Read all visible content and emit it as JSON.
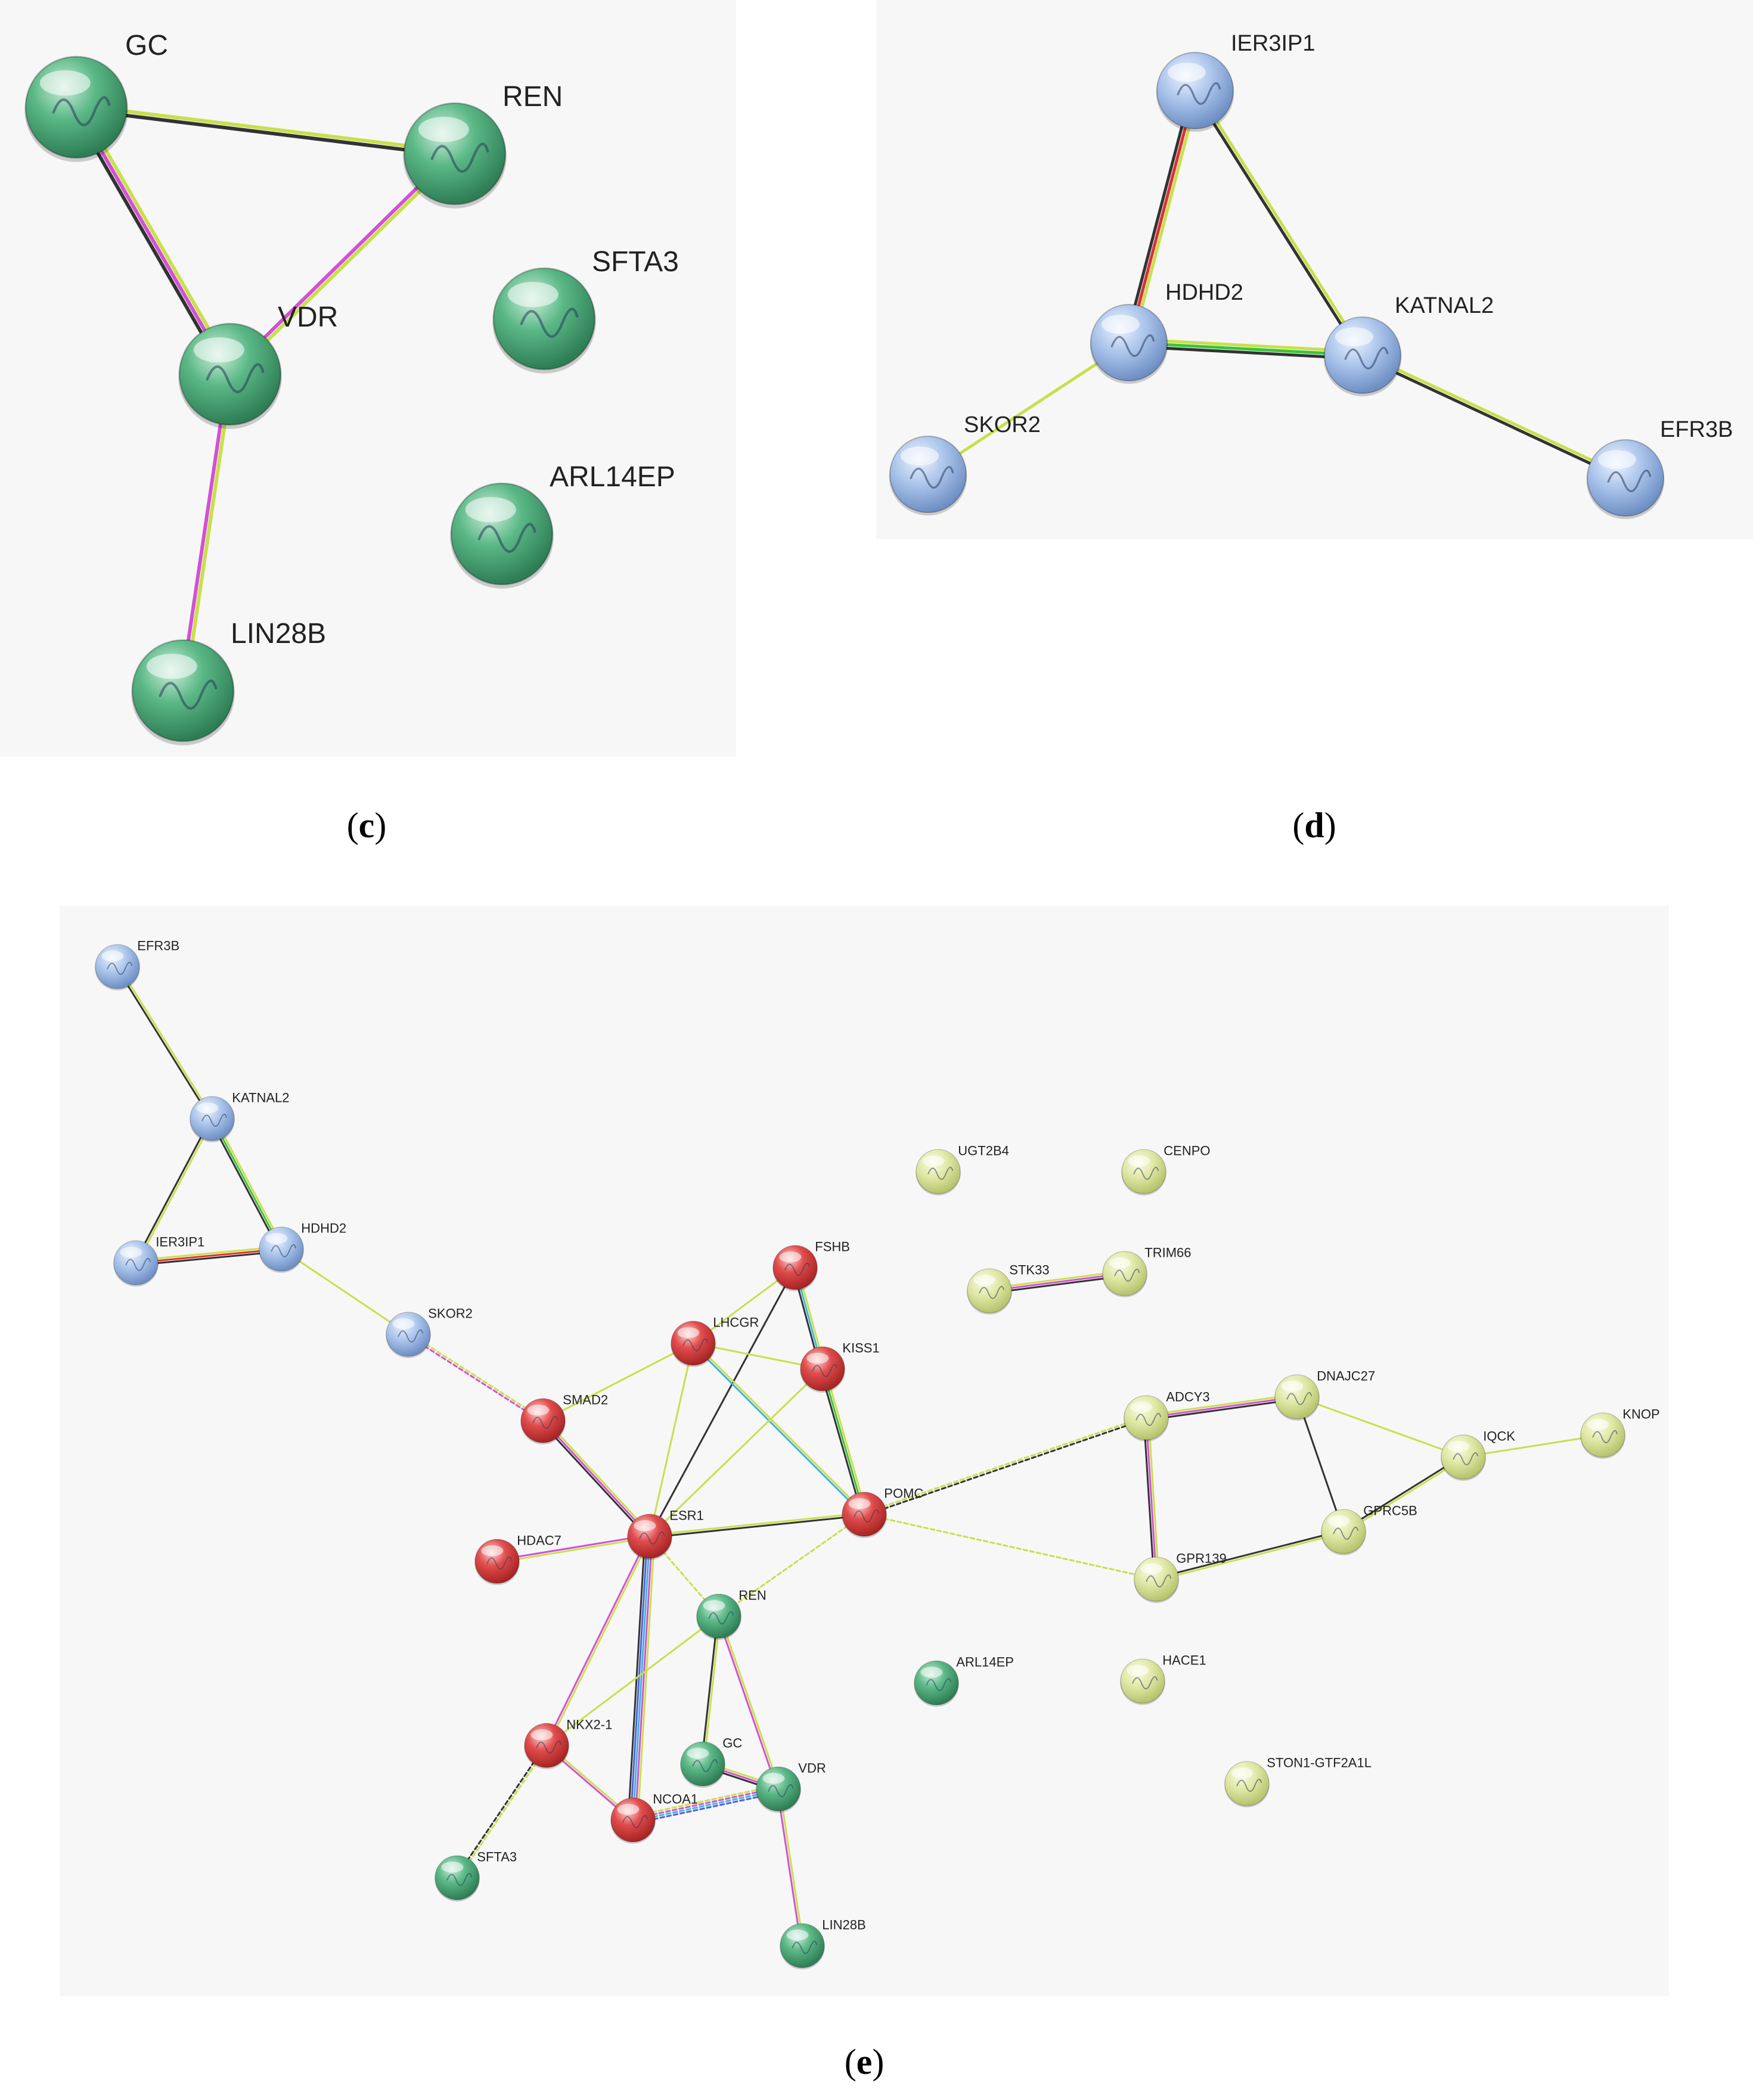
{
  "colors": {
    "green": "#4fae7c",
    "blue": "#9fbbe3",
    "red": "#d94545",
    "olive": "#d9e29a",
    "edge_black": "#333333",
    "edge_yellow": "#c8e04a",
    "edge_magenta": "#d44fd6",
    "edge_red": "#e03030",
    "edge_green": "#3ac43a",
    "edge_cyan": "#3ab7d6",
    "edge_blue": "#5060e0"
  },
  "panels": [
    {
      "id": "c",
      "caption": {
        "open": "(",
        "letter": "c",
        "close": ")"
      },
      "nodes": [
        {
          "label": "GC",
          "color": "green"
        },
        {
          "label": "REN",
          "color": "green"
        },
        {
          "label": "VDR",
          "color": "green"
        },
        {
          "label": "SFTA3",
          "color": "green"
        },
        {
          "label": "ARL14EP",
          "color": "green"
        },
        {
          "label": "LIN28B",
          "color": "green"
        }
      ],
      "edges": [
        {
          "from": "GC",
          "to": "REN",
          "colors": [
            "edge_yellow",
            "edge_black"
          ]
        },
        {
          "from": "GC",
          "to": "VDR",
          "colors": [
            "edge_yellow",
            "edge_magenta",
            "edge_black"
          ]
        },
        {
          "from": "REN",
          "to": "VDR",
          "colors": [
            "edge_yellow",
            "edge_magenta"
          ]
        },
        {
          "from": "VDR",
          "to": "LIN28B",
          "colors": [
            "edge_yellow",
            "edge_magenta"
          ]
        }
      ]
    },
    {
      "id": "d",
      "caption": {
        "open": "(",
        "letter": "d",
        "close": ")"
      },
      "nodes": [
        {
          "label": "IER3IP1",
          "color": "blue"
        },
        {
          "label": "HDHD2",
          "color": "blue"
        },
        {
          "label": "KATNAL2",
          "color": "blue"
        },
        {
          "label": "SKOR2",
          "color": "blue"
        },
        {
          "label": "EFR3B",
          "color": "blue"
        }
      ],
      "edges": [
        {
          "from": "IER3IP1",
          "to": "HDHD2",
          "colors": [
            "edge_yellow",
            "edge_red",
            "edge_black"
          ]
        },
        {
          "from": "IER3IP1",
          "to": "KATNAL2",
          "colors": [
            "edge_yellow",
            "edge_black"
          ]
        },
        {
          "from": "HDHD2",
          "to": "KATNAL2",
          "colors": [
            "edge_yellow",
            "edge_green",
            "edge_black"
          ]
        },
        {
          "from": "HDHD2",
          "to": "SKOR2",
          "colors": [
            "edge_yellow"
          ]
        },
        {
          "from": "KATNAL2",
          "to": "EFR3B",
          "colors": [
            "edge_yellow",
            "edge_black"
          ]
        }
      ]
    },
    {
      "id": "e",
      "caption": {
        "open": "(",
        "letter": "e",
        "close": ")"
      },
      "nodes": [
        {
          "label": "EFR3B",
          "color": "blue"
        },
        {
          "label": "KATNAL2",
          "color": "blue"
        },
        {
          "label": "IER3IP1",
          "color": "blue"
        },
        {
          "label": "HDHD2",
          "color": "blue"
        },
        {
          "label": "SKOR2",
          "color": "blue"
        },
        {
          "label": "SMAD2",
          "color": "red"
        },
        {
          "label": "FSHB",
          "color": "red"
        },
        {
          "label": "LHCGR",
          "color": "red"
        },
        {
          "label": "KISS1",
          "color": "red"
        },
        {
          "label": "POMC",
          "color": "red"
        },
        {
          "label": "ESR1",
          "color": "red"
        },
        {
          "label": "HDAC7",
          "color": "red"
        },
        {
          "label": "NKX2-1",
          "color": "red"
        },
        {
          "label": "NCOA1",
          "color": "red"
        },
        {
          "label": "REN",
          "color": "green"
        },
        {
          "label": "GC",
          "color": "green"
        },
        {
          "label": "VDR",
          "color": "green"
        },
        {
          "label": "SFTA3",
          "color": "green"
        },
        {
          "label": "LIN28B",
          "color": "green"
        },
        {
          "label": "ARL14EP",
          "color": "green"
        },
        {
          "label": "UGT2B4",
          "color": "olive"
        },
        {
          "label": "CENPO",
          "color": "olive"
        },
        {
          "label": "STK33",
          "color": "olive"
        },
        {
          "label": "TRIM66",
          "color": "olive"
        },
        {
          "label": "ADCY3",
          "color": "olive"
        },
        {
          "label": "DNAJC27",
          "color": "olive"
        },
        {
          "label": "IQCK",
          "color": "olive"
        },
        {
          "label": "KNOP",
          "color": "olive"
        },
        {
          "label": "GPRC5B",
          "color": "olive"
        },
        {
          "label": "GPR139",
          "color": "olive"
        },
        {
          "label": "HACE1",
          "color": "olive"
        },
        {
          "label": "STON1-GTF2A1L",
          "color": "olive"
        }
      ],
      "edges": [
        {
          "from": "EFR3B",
          "to": "KATNAL2",
          "colors": [
            "edge_yellow",
            "edge_black"
          ]
        },
        {
          "from": "KATNAL2",
          "to": "IER3IP1",
          "colors": [
            "edge_yellow",
            "edge_black"
          ]
        },
        {
          "from": "KATNAL2",
          "to": "HDHD2",
          "colors": [
            "edge_yellow",
            "edge_green",
            "edge_black"
          ]
        },
        {
          "from": "IER3IP1",
          "to": "HDHD2",
          "colors": [
            "edge_yellow",
            "edge_red",
            "edge_black"
          ]
        },
        {
          "from": "HDHD2",
          "to": "SKOR2",
          "colors": [
            "edge_yellow"
          ]
        },
        {
          "from": "SKOR2",
          "to": "SMAD2",
          "colors": [
            "edge_yellow",
            "edge_magenta"
          ],
          "dashed": true
        },
        {
          "from": "SMAD2",
          "to": "LHCGR",
          "colors": [
            "edge_yellow"
          ]
        },
        {
          "from": "SMAD2",
          "to": "ESR1",
          "colors": [
            "edge_yellow",
            "edge_magenta",
            "edge_black"
          ]
        },
        {
          "from": "FSHB",
          "to": "LHCGR",
          "colors": [
            "edge_yellow"
          ]
        },
        {
          "from": "FSHB",
          "to": "KISS1",
          "colors": [
            "edge_yellow",
            "edge_cyan",
            "edge_black"
          ]
        },
        {
          "from": "FSHB",
          "to": "ESR1",
          "colors": [
            "edge_black"
          ]
        },
        {
          "from": "LHCGR",
          "to": "KISS1",
          "colors": [
            "edge_yellow"
          ]
        },
        {
          "from": "LHCGR",
          "to": "ESR1",
          "colors": [
            "edge_yellow"
          ]
        },
        {
          "from": "LHCGR",
          "to": "POMC",
          "colors": [
            "edge_yellow",
            "edge_cyan"
          ]
        },
        {
          "from": "KISS1",
          "to": "POMC",
          "colors": [
            "edge_yellow",
            "edge_green",
            "edge_black"
          ]
        },
        {
          "from": "KISS1",
          "to": "ESR1",
          "colors": [
            "edge_yellow"
          ]
        },
        {
          "from": "ESR1",
          "to": "POMC",
          "colors": [
            "edge_yellow",
            "edge_black"
          ]
        },
        {
          "from": "ESR1",
          "to": "HDAC7",
          "colors": [
            "edge_yellow",
            "edge_magenta"
          ]
        },
        {
          "from": "ESR1",
          "to": "NKX2-1",
          "colors": [
            "edge_yellow",
            "edge_magenta"
          ]
        },
        {
          "from": "ESR1",
          "to": "NCOA1",
          "colors": [
            "edge_yellow",
            "edge_magenta",
            "edge_cyan",
            "edge_blue",
            "edge_black"
          ]
        },
        {
          "from": "ESR1",
          "to": "REN",
          "colors": [
            "edge_yellow"
          ],
          "dashed": true
        },
        {
          "from": "POMC",
          "to": "REN",
          "colors": [
            "edge_yellow"
          ],
          "dashed": true
        },
        {
          "from": "POMC",
          "to": "ADCY3",
          "colors": [
            "edge_yellow",
            "edge_black"
          ],
          "dashed": true
        },
        {
          "from": "POMC",
          "to": "GPR139",
          "colors": [
            "edge_yellow"
          ],
          "dashed": true
        },
        {
          "from": "REN",
          "to": "NKX2-1",
          "colors": [
            "edge_yellow"
          ]
        },
        {
          "from": "REN",
          "to": "GC",
          "colors": [
            "edge_yellow",
            "edge_black"
          ]
        },
        {
          "from": "REN",
          "to": "VDR",
          "colors": [
            "edge_yellow",
            "edge_magenta"
          ]
        },
        {
          "from": "NKX2-1",
          "to": "NCOA1",
          "colors": [
            "edge_yellow",
            "edge_magenta"
          ]
        },
        {
          "from": "NKX2-1",
          "to": "SFTA3",
          "colors": [
            "edge_yellow",
            "edge_black"
          ],
          "dashed": true
        },
        {
          "from": "NCOA1",
          "to": "VDR",
          "colors": [
            "edge_yellow",
            "edge_magenta",
            "edge_cyan",
            "edge_blue"
          ],
          "dashed": true
        },
        {
          "from": "GC",
          "to": "VDR",
          "colors": [
            "edge_yellow",
            "edge_magenta",
            "edge_black"
          ]
        },
        {
          "from": "VDR",
          "to": "LIN28B",
          "colors": [
            "edge_yellow",
            "edge_magenta"
          ]
        },
        {
          "from": "STK33",
          "to": "TRIM66",
          "colors": [
            "edge_yellow",
            "edge_magenta",
            "edge_black"
          ]
        },
        {
          "from": "ADCY3",
          "to": "DNAJC27",
          "colors": [
            "edge_yellow",
            "edge_magenta",
            "edge_black"
          ]
        },
        {
          "from": "ADCY3",
          "to": "GPR139",
          "colors": [
            "edge_yellow",
            "edge_magenta",
            "edge_black"
          ]
        },
        {
          "from": "DNAJC27",
          "to": "IQCK",
          "colors": [
            "edge_yellow"
          ]
        },
        {
          "from": "DNAJC27",
          "to": "GPRC5B",
          "colors": [
            "edge_black"
          ]
        },
        {
          "from": "IQCK",
          "to": "KNOP",
          "colors": [
            "edge_yellow"
          ]
        },
        {
          "from": "IQCK",
          "to": "GPRC5B",
          "colors": [
            "edge_yellow",
            "edge_black"
          ]
        },
        {
          "from": "GPRC5B",
          "to": "GPR139",
          "colors": [
            "edge_yellow",
            "edge_black"
          ]
        }
      ]
    }
  ]
}
